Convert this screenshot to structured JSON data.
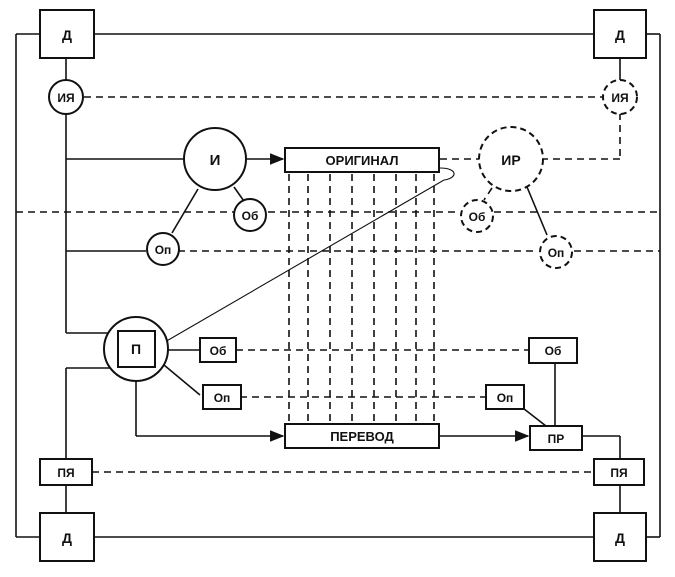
{
  "nodes": {
    "d_tl": "Д",
    "d_tr": "Д",
    "d_bl": "Д",
    "d_br": "Д",
    "ia_left": "ИЯ",
    "ia_right": "ИЯ",
    "author": "И",
    "original": "ОРИГИНАЛ",
    "ir": "ИР",
    "ob_author": "Об",
    "op_author": "Оп",
    "ob_ir": "Об",
    "op_ir": "Оп",
    "translator": "П",
    "ob_translator": "Об",
    "op_translator": "Оп",
    "ob_right": "Об",
    "op_right": "Оп",
    "translation": "ПЕРЕВОД",
    "pr": "ПР",
    "pa_left": "ПЯ",
    "pa_right": "ПЯ"
  }
}
